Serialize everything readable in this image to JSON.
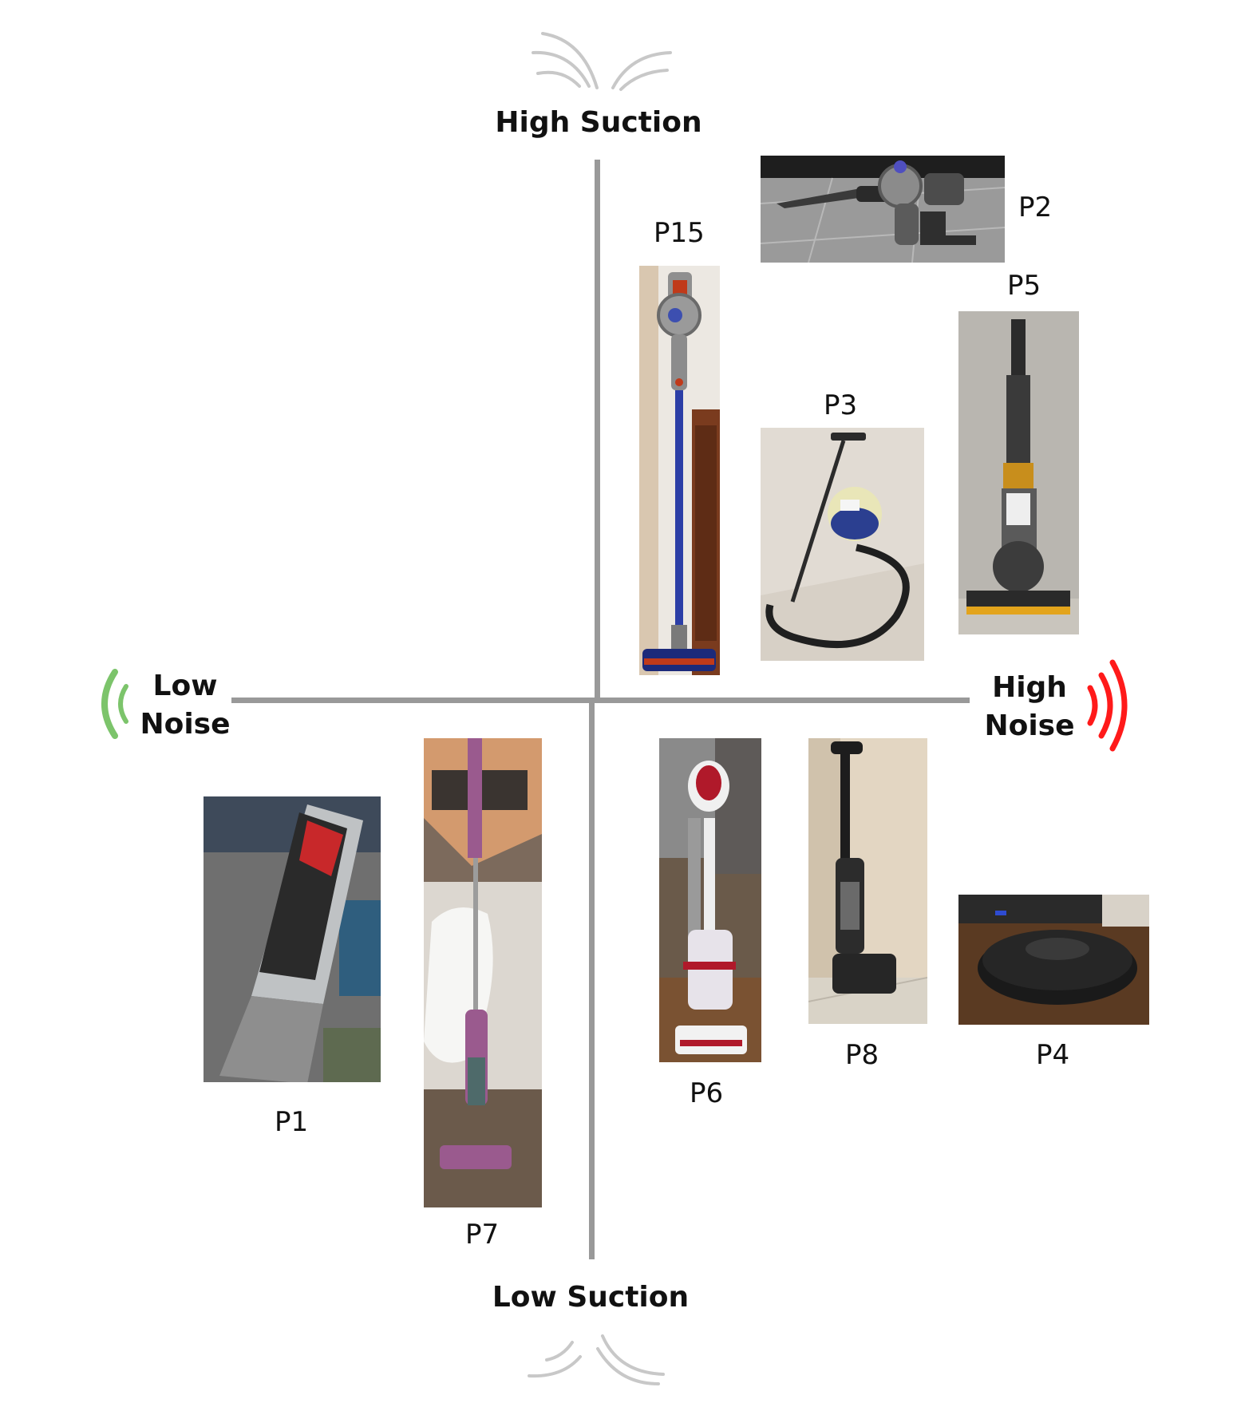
{
  "axes": {
    "top": "High Suction",
    "bottom": "Low Suction",
    "left_line1": "Low",
    "left_line2": "Noise",
    "right_line1": "High",
    "right_line2": "Noise"
  },
  "colors": {
    "axis": "#999999",
    "low_noise_icon": "#7cc46b",
    "high_noise_icon": "#ff1a1a",
    "suction_icon": "#c8c8c8"
  },
  "products": [
    {
      "label": "P15",
      "type": "stick vacuum"
    },
    {
      "label": "P2",
      "type": "handheld vacuum"
    },
    {
      "label": "P5",
      "type": "upright vacuum"
    },
    {
      "label": "P3",
      "type": "canister vacuum"
    },
    {
      "label": "P1",
      "type": "handheld vacuum"
    },
    {
      "label": "P7",
      "type": "stick vacuum"
    },
    {
      "label": "P6",
      "type": "upright vacuum"
    },
    {
      "label": "P8",
      "type": "upright vacuum"
    },
    {
      "label": "P4",
      "type": "robot vacuum"
    }
  ]
}
